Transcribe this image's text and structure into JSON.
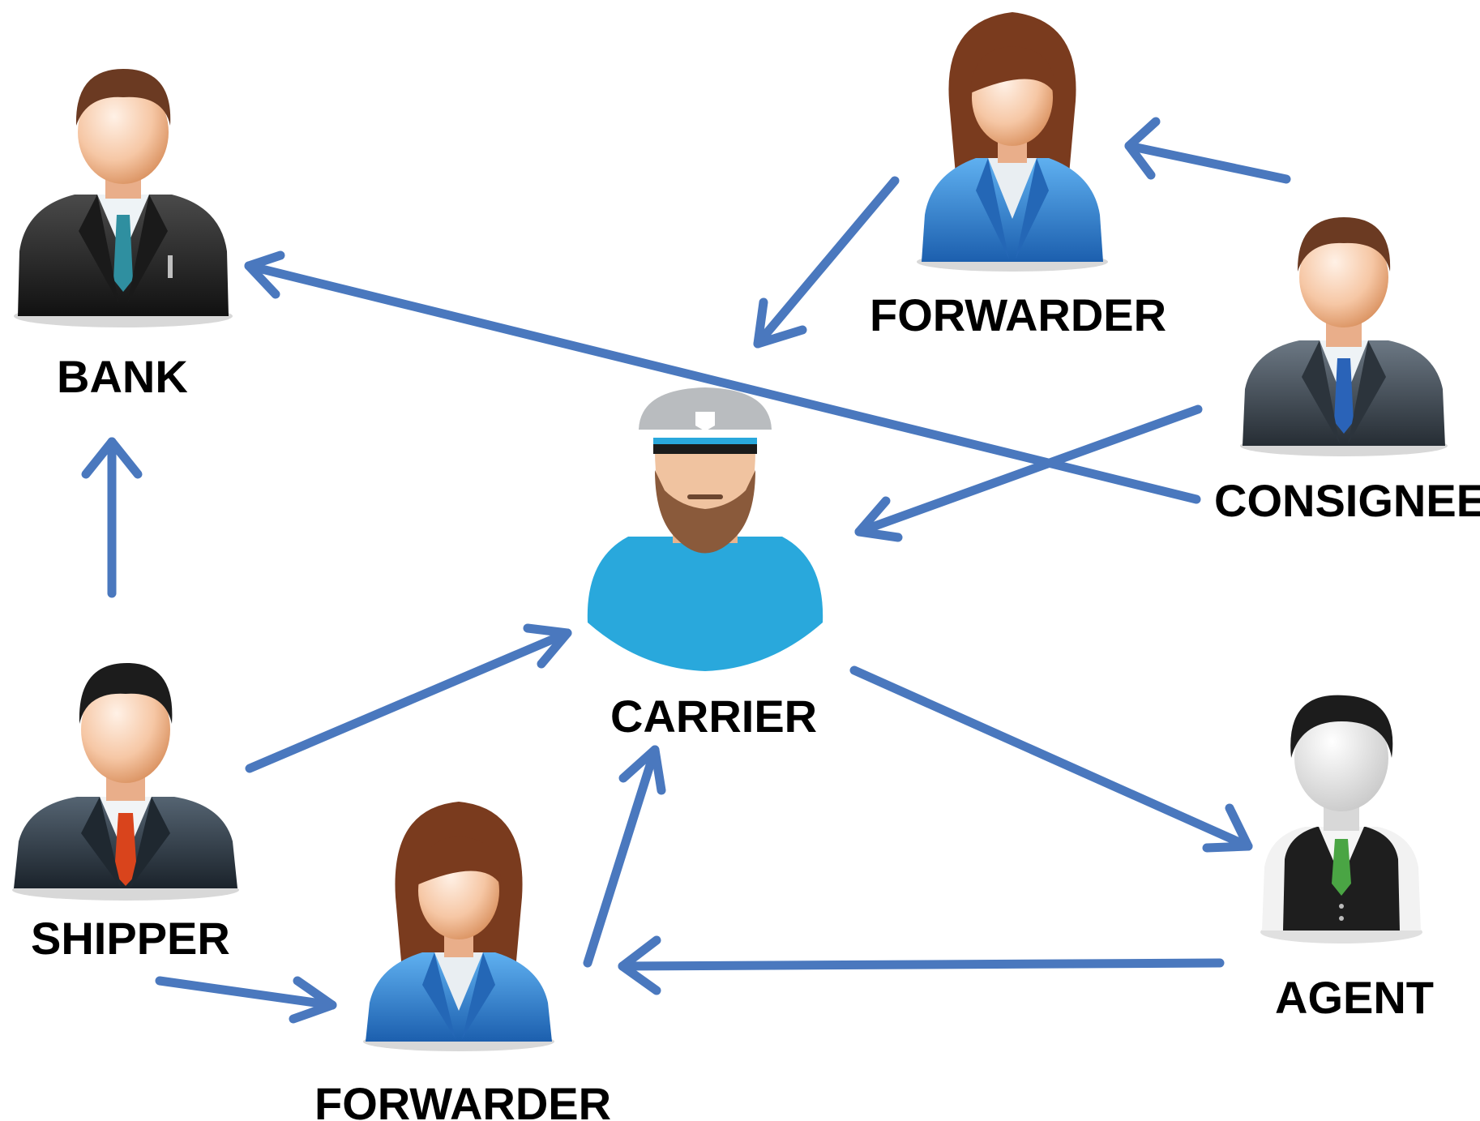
{
  "colors": {
    "arrow": "#4a78be",
    "suit_dark": "#2b2b2b",
    "suit_blue": "#2a7ccf",
    "suit_slate": "#3f4a55",
    "skin": "#f3c3a3",
    "hair_brown": "#6b3a22",
    "hair_black": "#1c1c1c",
    "carrier_shirt": "#29a8dc",
    "carrier_cap": "#b9bcbf",
    "beard": "#8a5a3b",
    "tie_teal": "#2f8fa0",
    "tie_red": "#d9441c",
    "tie_blue": "#2a63b8",
    "tie_green": "#4aa544"
  },
  "nodes": {
    "bank": {
      "label": "BANK",
      "icon": "businessman-icon"
    },
    "forwarder_top": {
      "label": "FORWARDER",
      "icon": "businesswoman-icon"
    },
    "consignee": {
      "label": "CONSIGNEE",
      "icon": "businessman-icon"
    },
    "carrier": {
      "label": "CARRIER",
      "icon": "captain-icon"
    },
    "shipper": {
      "label": "SHIPPER",
      "icon": "businessman-icon"
    },
    "forwarder_bottom": {
      "label": "FORWARDER",
      "icon": "businesswoman-icon"
    },
    "agent": {
      "label": "AGENT",
      "icon": "waiter-icon"
    }
  },
  "edges": [
    {
      "from": "SHIPPER",
      "to": "BANK"
    },
    {
      "from": "SHIPPER",
      "to": "CARRIER"
    },
    {
      "from": "SHIPPER",
      "to": "FORWARDER"
    },
    {
      "from": "FORWARDER",
      "to": "CARRIER"
    },
    {
      "from": "AGENT",
      "to": "FORWARDER"
    },
    {
      "from": "CARRIER",
      "to": "AGENT"
    },
    {
      "from": "CONSIGNEE",
      "to": "BANK"
    },
    {
      "from": "CONSIGNEE",
      "to": "CARRIER"
    },
    {
      "from": "CONSIGNEE",
      "to": "FORWARDER"
    },
    {
      "from": "FORWARDER",
      "to": "CARRIER"
    }
  ]
}
